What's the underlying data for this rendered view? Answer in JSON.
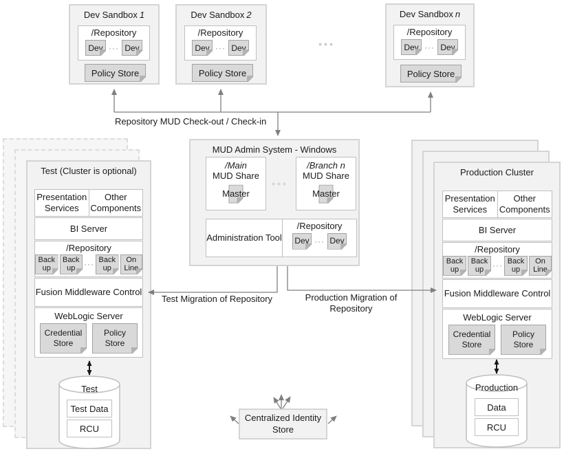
{
  "diagram": {
    "checkout_label": "Repository MUD Check-out / Check-in",
    "test_migration_label": "Test Migration of Repository",
    "prod_migration_label": "Production Migration of Repository",
    "ellipsis_large": "•••",
    "ellipsis_small": "···"
  },
  "sandboxes": [
    {
      "title": "Dev Sandbox",
      "suffix": "1",
      "repository": "/Repository",
      "dev": "Dev",
      "dots": "···",
      "policy_store": "Policy Store"
    },
    {
      "title": "Dev Sandbox",
      "suffix": "2",
      "repository": "/Repository",
      "dev": "Dev",
      "dots": "···",
      "policy_store": "Policy Store"
    },
    {
      "title": "Dev Sandbox",
      "suffix": "n",
      "repository": "/Repository",
      "dev": "Dev",
      "dots": "···",
      "policy_store": "Policy Store"
    }
  ],
  "mud_admin": {
    "title": "MUD Admin System - Windows",
    "shares": [
      {
        "path": "/Main",
        "name": "MUD Share",
        "master": "Master"
      },
      {
        "path": "/Branch n",
        "name": "MUD Share",
        "master": "Master"
      }
    ],
    "share_dots": "•••",
    "admin_tool": "Administration Tool",
    "repo": {
      "title": "/Repository",
      "dev": "Dev",
      "dots": "···"
    }
  },
  "test_panel": {
    "title": "Test (Cluster is optional)",
    "presentation": "Presentation Services",
    "other": "Other Components",
    "bi_server": "BI Server",
    "repository": "/Repository",
    "backup": "Back up",
    "dots": "···",
    "online": "On Line",
    "fmw": "Fusion Middleware Control",
    "weblogic": "WebLogic Server",
    "credential": "Credential Store",
    "policy": "Policy Store",
    "db": {
      "name": "Test",
      "rows": [
        "Test Data",
        "RCU"
      ]
    }
  },
  "production_panel": {
    "title": "Production Cluster",
    "presentation": "Presentation Services",
    "other": "Other Components",
    "bi_server": "BI Server",
    "repository": "/Repository",
    "backup": "Back up",
    "dots": "···",
    "online": "On Line",
    "fmw": "Fusion Middleware Control",
    "weblogic": "WebLogic Server",
    "credential": "Credential Store",
    "policy": "Policy Store",
    "db": {
      "name": "Production",
      "rows": [
        "Data",
        "RCU"
      ]
    }
  },
  "identity_store": {
    "label": "Centralized Identity Store"
  },
  "colors": {
    "panel_fill": "#f2f2f2",
    "panel_border": "#d4d4d4",
    "white_box_border": "#bfbfbf",
    "folded_fill": "#d9d9d9",
    "folded_border": "#a3a3a3",
    "line": "#7f7f7f",
    "dark_arrow": "#1a1a1a",
    "text": "#1a1a1a"
  }
}
